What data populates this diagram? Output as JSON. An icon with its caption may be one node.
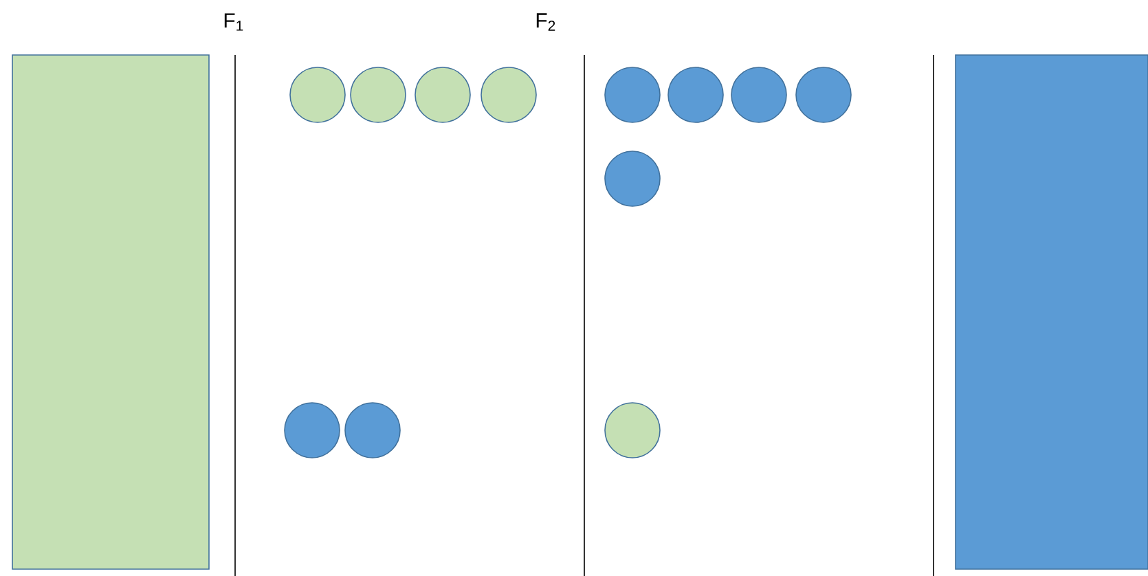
{
  "diagram": {
    "nodes": [
      {
        "text": [],
        "shape": "bar"
      },
      {
        "text": [],
        "shape": "circle"
      },
      {
        "text": [],
        "shape": "circle"
      },
      {
        "text": [],
        "shape": "circle"
      },
      {
        "text": [],
        "shape": "circle"
      },
      {
        "text": [],
        "shape": "circle"
      },
      {
        "text": [],
        "shape": "circle"
      },
      {
        "text": [],
        "shape": "circle"
      },
      {
        "text": [],
        "shape": "circle"
      },
      {
        "text": [],
        "shape": "circle"
      },
      {
        "text": [],
        "shape": "circle"
      },
      {
        "text": [],
        "shape": "circle"
      },
      {
        "text": [],
        "shape": "circle"
      },
      {
        "text": [],
        "shape": "bar"
      }
    ],
    "labels": [
      "F$_{1}$",
      "F$_{2}$"
    ]
  }
}
